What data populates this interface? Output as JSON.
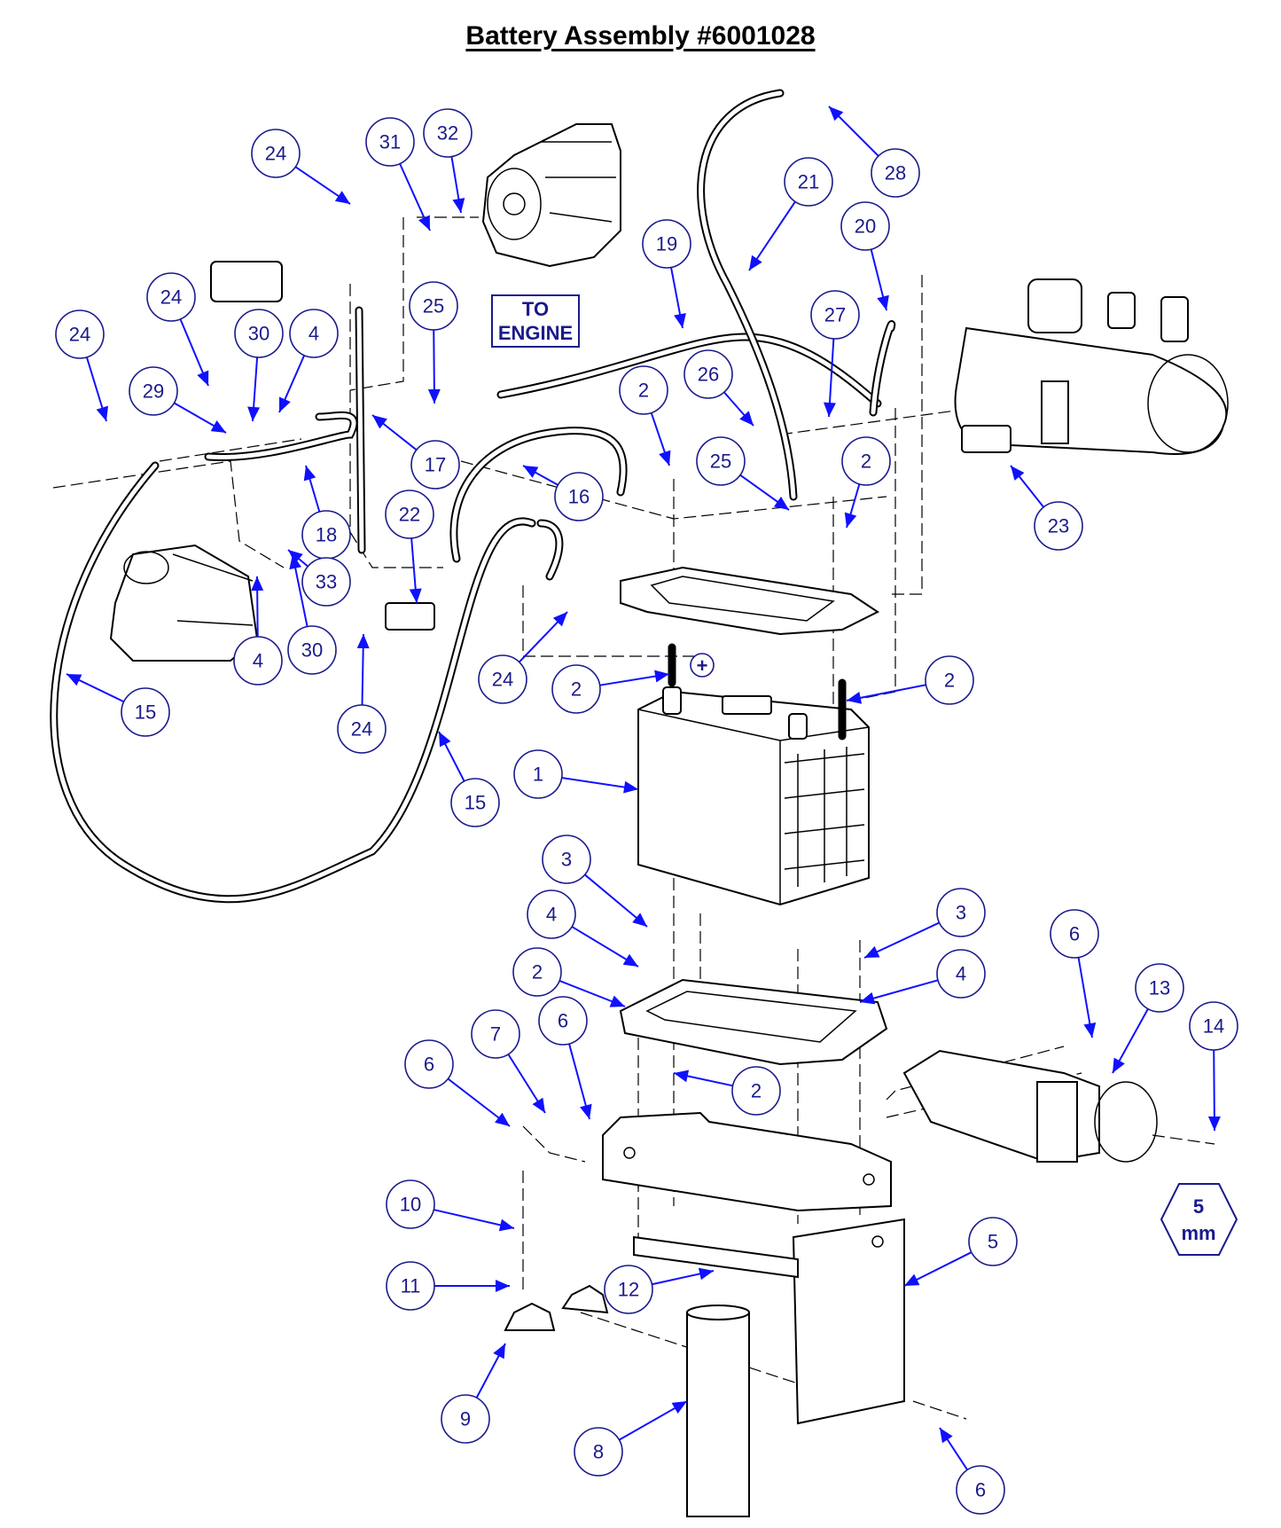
{
  "title": "Battery Assembly #6001028",
  "labels": {
    "to_engine_line1": "TO",
    "to_engine_line2": "ENGINE",
    "plus_sign": "+",
    "hex_line1": "5",
    "hex_line2": "mm"
  },
  "callouts": [
    {
      "n": "24"
    },
    {
      "n": "31"
    },
    {
      "n": "32"
    },
    {
      "n": "28"
    },
    {
      "n": "21"
    },
    {
      "n": "20"
    },
    {
      "n": "19"
    },
    {
      "n": "24"
    },
    {
      "n": "25"
    },
    {
      "n": "27"
    },
    {
      "n": "24"
    },
    {
      "n": "30"
    },
    {
      "n": "4"
    },
    {
      "n": "26"
    },
    {
      "n": "29"
    },
    {
      "n": "17"
    },
    {
      "n": "2"
    },
    {
      "n": "2"
    },
    {
      "n": "25"
    },
    {
      "n": "16"
    },
    {
      "n": "23"
    },
    {
      "n": "22"
    },
    {
      "n": "18"
    },
    {
      "n": "33"
    },
    {
      "n": "4"
    },
    {
      "n": "30"
    },
    {
      "n": "24"
    },
    {
      "n": "2"
    },
    {
      "n": "2"
    },
    {
      "n": "15"
    },
    {
      "n": "24"
    },
    {
      "n": "1"
    },
    {
      "n": "15"
    },
    {
      "n": "3"
    },
    {
      "n": "4"
    },
    {
      "n": "3"
    },
    {
      "n": "2"
    },
    {
      "n": "4"
    },
    {
      "n": "6"
    },
    {
      "n": "13"
    },
    {
      "n": "14"
    },
    {
      "n": "7"
    },
    {
      "n": "6"
    },
    {
      "n": "6"
    },
    {
      "n": "2"
    },
    {
      "n": "10"
    },
    {
      "n": "5"
    },
    {
      "n": "11"
    },
    {
      "n": "12"
    },
    {
      "n": "9"
    },
    {
      "n": "8"
    },
    {
      "n": "6"
    }
  ]
}
